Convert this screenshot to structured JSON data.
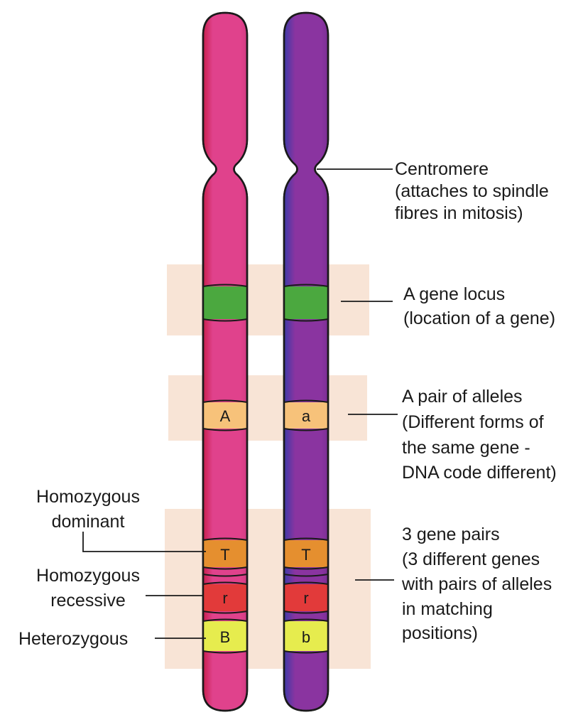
{
  "colors": {
    "chromosome_left": "#e0428c",
    "chromosome_left_shade": "#c71f4d",
    "chromosome_right": "#8a34a0",
    "chromosome_right_shade": "#3d3aa8",
    "background_box": "#f8e4d6",
    "locus_band": "#4ba83f",
    "allele_a_band": "#f7c27a",
    "allele_t_band": "#e58f2f",
    "allele_r_band": "#e23a3a",
    "allele_b_band": "#e6ec4e"
  },
  "alleles": {
    "left": {
      "A": "A",
      "T": "T",
      "r": "r",
      "B": "B"
    },
    "right": {
      "a": "a",
      "T": "T",
      "r": "r",
      "b": "b"
    }
  },
  "labels": {
    "centromere": {
      "line1": "Centromere",
      "line2": "(attaches to spindle",
      "line3": "fibres in mitosis)"
    },
    "gene_locus": {
      "line1": "A gene locus",
      "line2": "(location of a gene)"
    },
    "pair_of_alleles": {
      "line1": "A pair of alleles",
      "line2": "(Different forms of",
      "line3": "the same gene -",
      "line4": "DNA code different)"
    },
    "gene_pairs": {
      "line1": "3 gene pairs",
      "line2": "(3 different genes",
      "line3": "with pairs of alleles",
      "line4": "in matching",
      "line5": "positions)"
    },
    "homozygous_dominant": {
      "line1": "Homozygous",
      "line2": "dominant"
    },
    "homozygous_recessive": {
      "line1": "Homozygous",
      "line2": "recessive"
    },
    "heterozygous": {
      "line1": "Heterozygous"
    }
  }
}
